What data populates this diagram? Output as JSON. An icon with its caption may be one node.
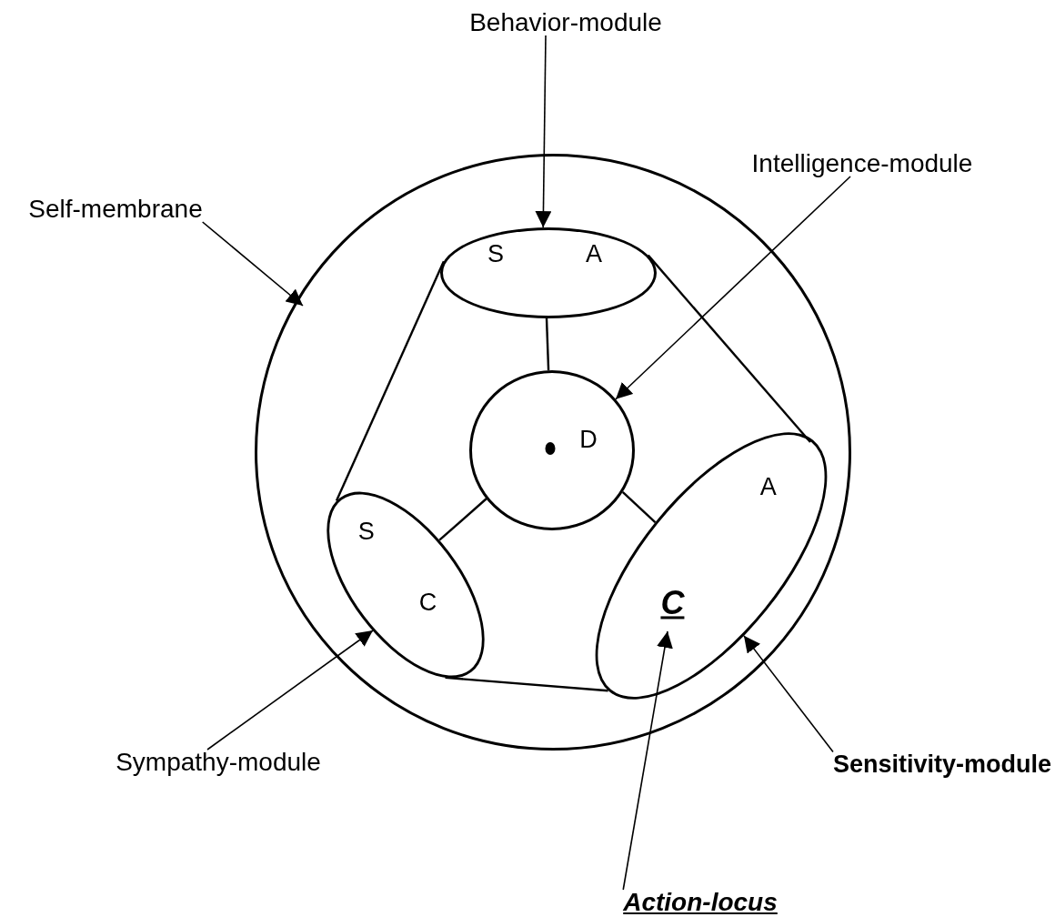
{
  "diagram": {
    "nodes": [
      {
        "text": [
          "Self-membrane"
        ]
      },
      {
        "text": [],
        "shape": "circle"
      },
      {
        "text": [
          "Behavior-module"
        ]
      },
      {
        "text": [
          "S",
          "A"
        ],
        "in": 1
      },
      {
        "text": [
          "Intelligence-module"
        ]
      },
      {
        "text": [
          "D"
        ],
        "in": 1
      },
      {
        "text": [
          "S",
          "C"
        ],
        "in": 1
      },
      {
        "text": [
          "A",
          "C"
        ],
        "in": 1
      },
      {
        "text": [
          "Sympathy-module"
        ]
      },
      {
        "text": [
          "Sensitivity-module"
        ]
      },
      {
        "text": [
          "Action-locus"
        ]
      }
    ],
    "edges": [
      {
        "from": 0,
        "to": 1,
        "arrow": "to"
      },
      {
        "from": 2,
        "to": 3,
        "arrow": "to"
      },
      {
        "from": 4,
        "to": 5,
        "arrow": "to"
      },
      {
        "from": 8,
        "to": 6,
        "arrow": "to"
      },
      {
        "from": 9,
        "to": 7,
        "arrow": "to"
      },
      {
        "from": 10,
        "to": 7,
        "arrow": "to"
      },
      {
        "from": 3,
        "to": 6,
        "arrow": "none"
      },
      {
        "from": 3,
        "to": 7,
        "arrow": "none"
      },
      {
        "from": 3,
        "to": 5,
        "arrow": "none"
      },
      {
        "from": 5,
        "to": 6,
        "arrow": "none"
      },
      {
        "from": 5,
        "to": 7,
        "arrow": "none"
      },
      {
        "from": 6,
        "to": 7,
        "arrow": "none"
      }
    ]
  }
}
